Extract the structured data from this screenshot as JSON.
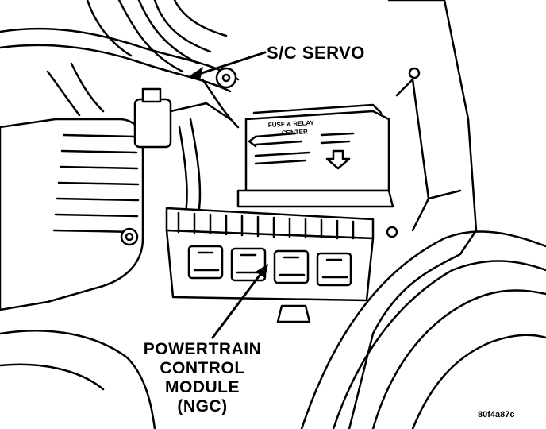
{
  "callouts": {
    "servo": "S/C SERVO",
    "pcm": [
      "POWERTRAIN",
      "CONTROL",
      "MODULE",
      "(NGC)"
    ]
  },
  "fuse_box": {
    "title_line1": "FUSE & RELAY",
    "title_line2": "CENTER"
  },
  "figure_id": "80f4a87c",
  "colors": {
    "ink": "#000000",
    "paper": "#ffffff"
  }
}
